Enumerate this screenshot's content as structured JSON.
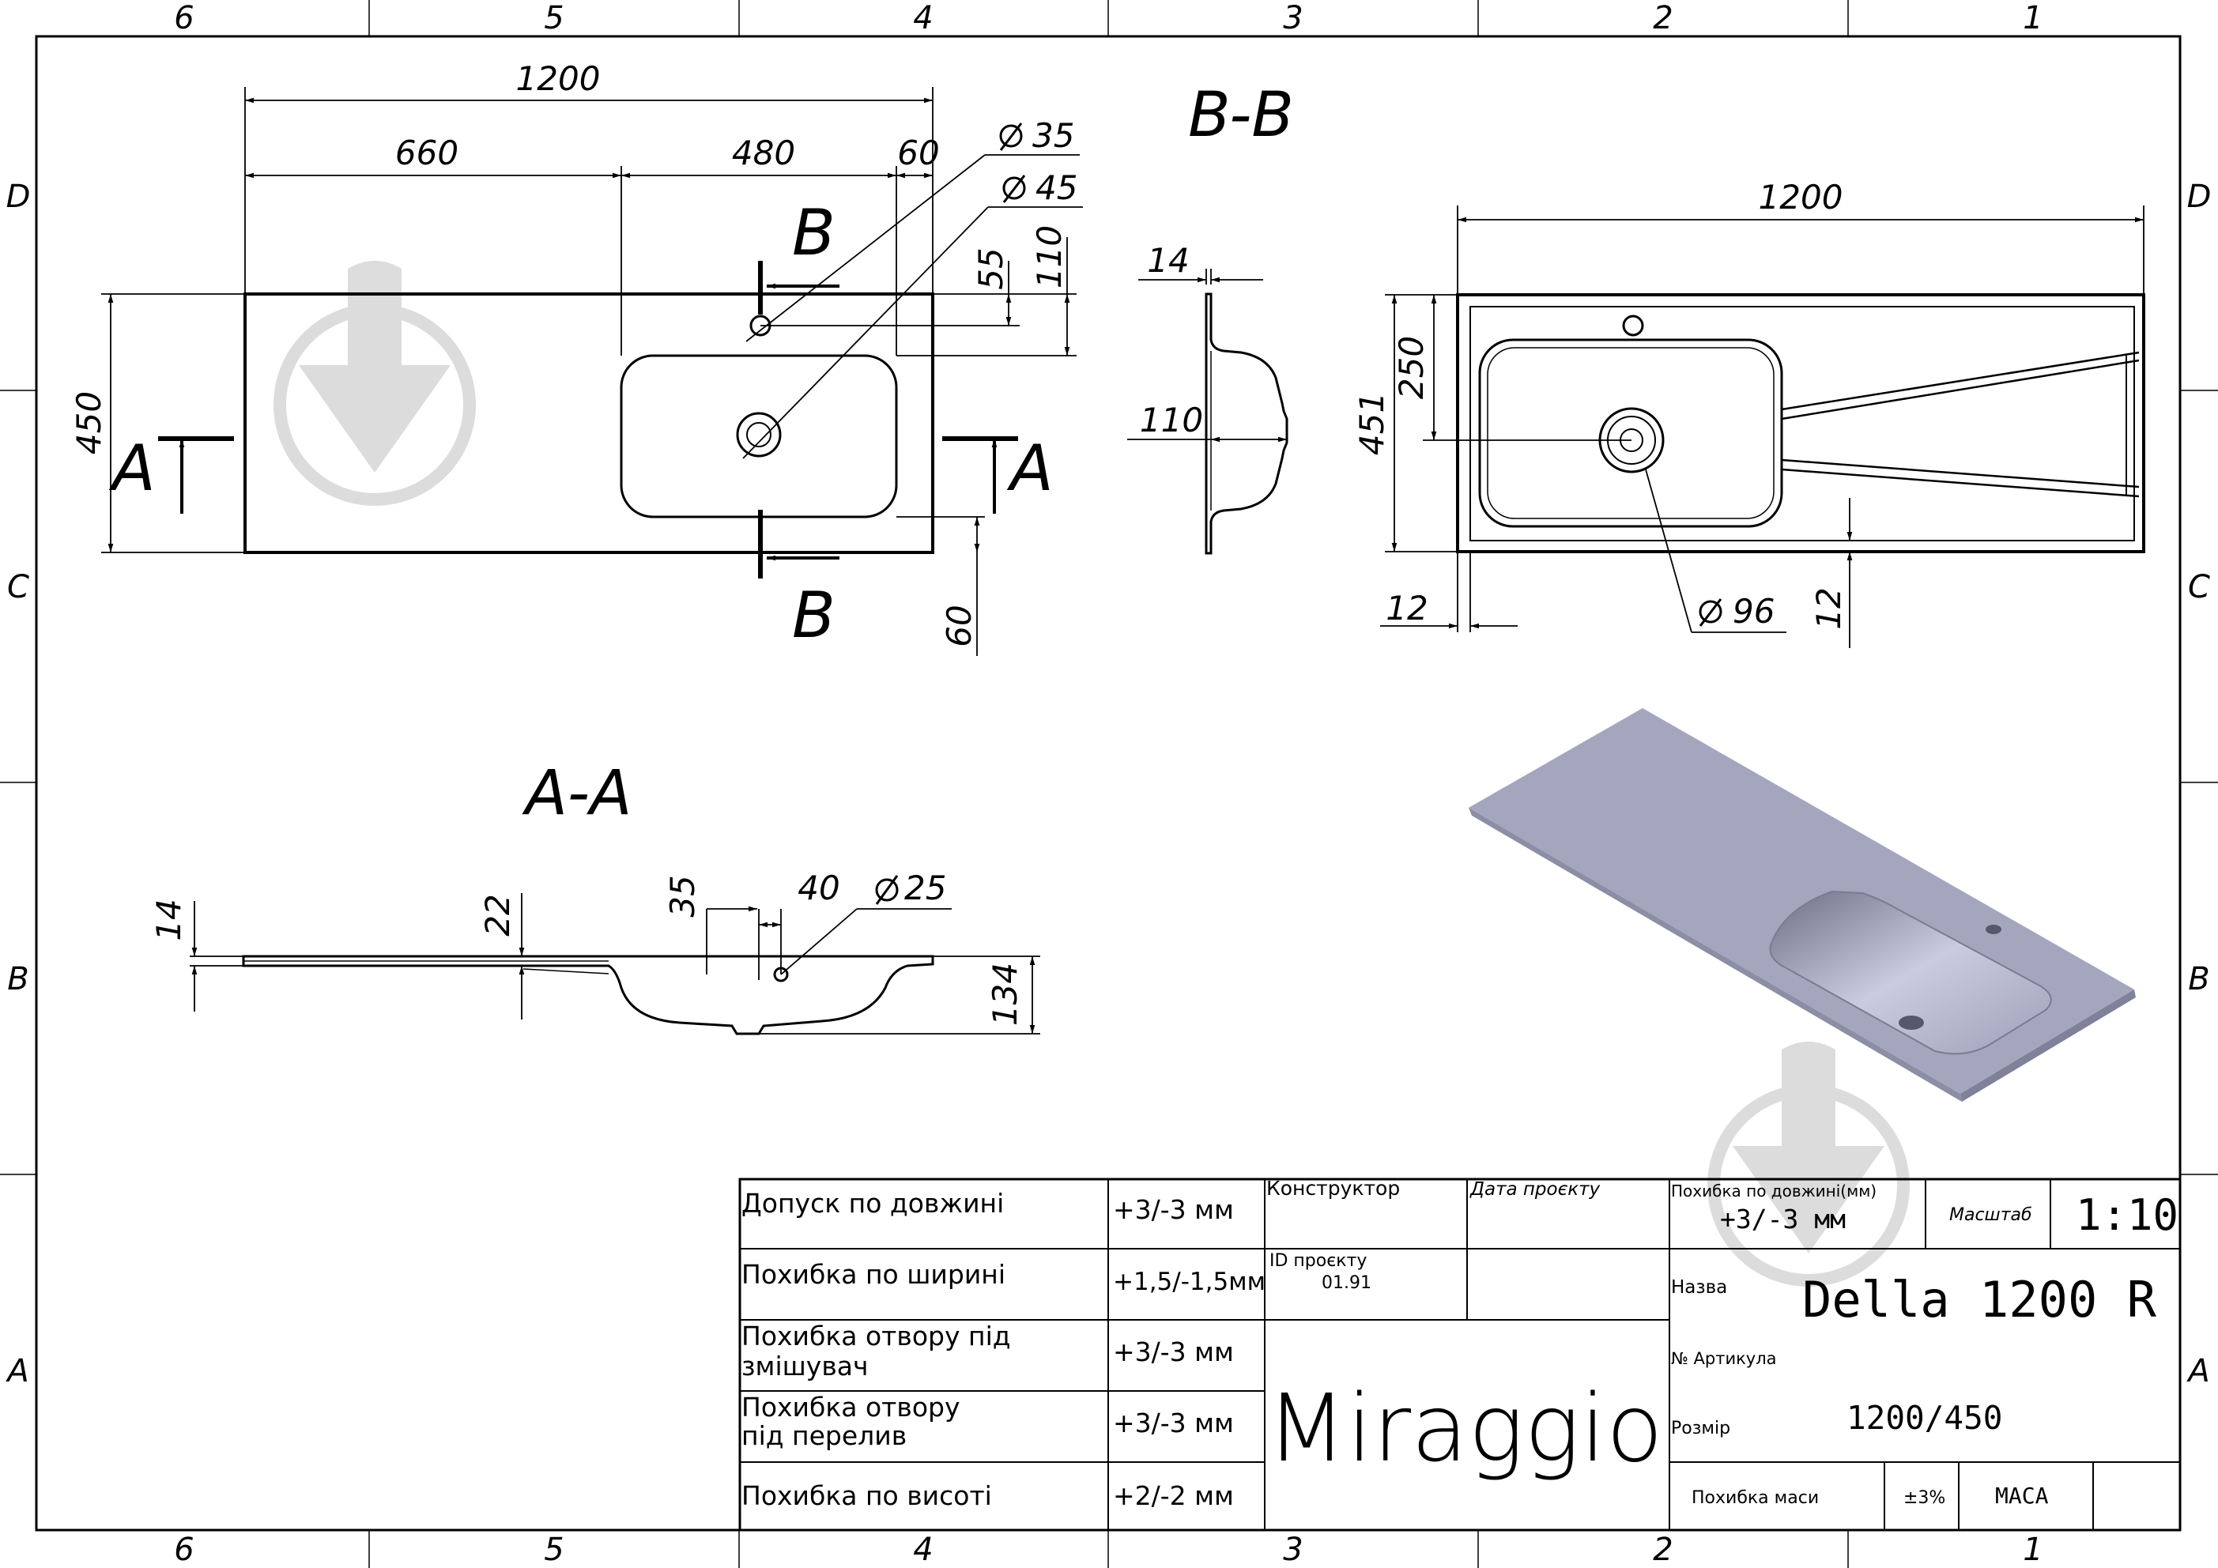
{
  "frame": {
    "column_labels": [
      "6",
      "5",
      "4",
      "3",
      "2",
      "1"
    ],
    "row_labels": [
      "D",
      "C",
      "B",
      "A"
    ]
  },
  "sections": {
    "bb": "B-B",
    "aa": "A-A"
  },
  "plan_view": {
    "overall_length": "1200",
    "segment_left": "660",
    "segment_bowl": "480",
    "segment_right": "60",
    "width": "450",
    "diameter_top": "35",
    "diameter_drain": "45",
    "tap_offset": "55",
    "bowl_offset": "110",
    "bottom_offset": "60",
    "cut_a": "A",
    "cut_b": "B"
  },
  "side_view": {
    "thickness": "14",
    "depth": "110"
  },
  "section_bb": {
    "length": "1200",
    "width": "451",
    "drain_offset": "250",
    "diameter": "96",
    "edge_left": "12",
    "edge_bottom": "12"
  },
  "section_aa": {
    "thickness": "14",
    "slope": "22",
    "dim_35": "35",
    "dim_40": "40",
    "diameter": "25",
    "depth": "134"
  },
  "title_block": {
    "tolerances": [
      {
        "label": "Допуск по довжині",
        "value": "+3/-3 мм"
      },
      {
        "label": "Похибка по ширині",
        "value": "+1,5/-1,5мм"
      },
      {
        "label": "Похибка отвору під змішувач",
        "value": "+3/-3 мм"
      },
      {
        "label": "Похибка отвору під перелив",
        "value": "+3/-3 мм"
      },
      {
        "label": "Похибка по висоті",
        "value": "+2/-2 мм"
      }
    ],
    "designer_label": "Конструктор",
    "project_date_label": "Дата проєкту",
    "project_id_label": "ID проєкту",
    "project_id": "01.91",
    "brand": "Miraggio",
    "length_tol_label": "Похибка по довжині(мм)",
    "length_tol_value": "+3/-3 мм",
    "scale_label": "Масштаб",
    "scale_value": "1:10",
    "name_label": "Назва",
    "name_value": "Della 1200 R",
    "article_label": "№ Артикула",
    "size_label": "Розмір",
    "size_value": "1200/450",
    "mass_tol_label": "Похибка маси",
    "mass_tol_value": "±3%",
    "mass_label": "МАСА"
  },
  "colors": {
    "line": "#000000",
    "render_top": "#a4a6bd",
    "render_edge": "#8c8ea6",
    "watermark": "#d6d6d6"
  }
}
